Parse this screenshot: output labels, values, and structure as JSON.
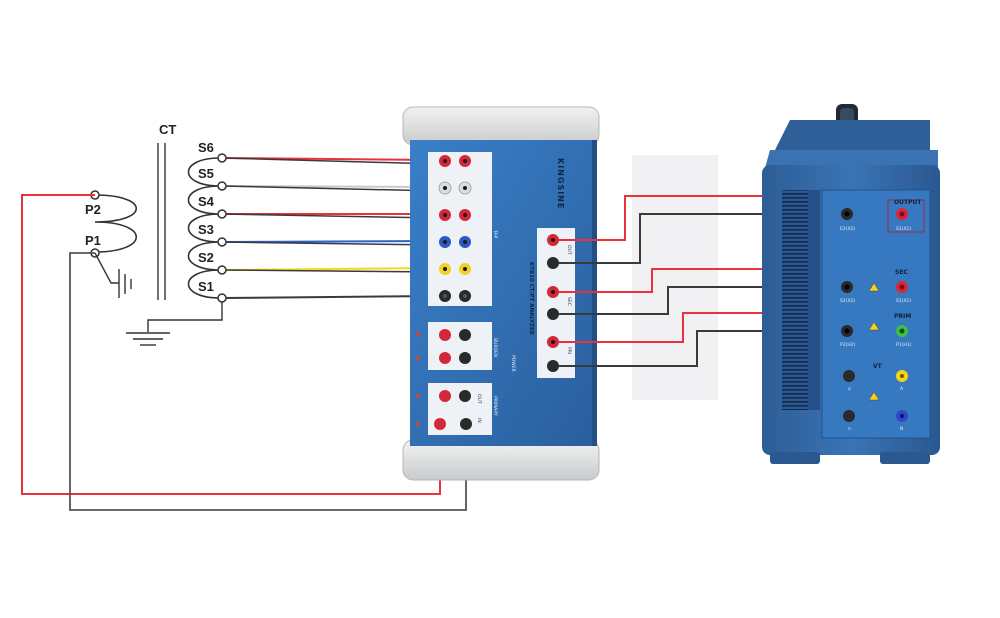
{
  "ct": {
    "title": "CT",
    "primary_terminals": [
      "P2",
      "P1"
    ],
    "secondary_taps": [
      "S6",
      "S5",
      "S4",
      "S3",
      "S2",
      "S1"
    ]
  },
  "analyzer": {
    "brand": "KINGSINE",
    "model": "KTB10 CT/PT ANALYZER",
    "sections": {
      "tap": "TAP",
      "burden": "BURDEN",
      "primary": "PRIMARY",
      "power": "POWER",
      "out": "OUT",
      "in": "IN"
    },
    "right_labels": [
      "OUT",
      "SEC",
      "PRI"
    ]
  },
  "test_set": {
    "sections": {
      "output": "OUTPUT",
      "sec": "SEC",
      "prim": "PRIM",
      "vt": "VT"
    },
    "terminals": {
      "e2": "E2(X2)",
      "s1": "S1(X1)",
      "s2": "S2(X2)",
      "s1b": "S1(X1)",
      "p2": "P2(H2)",
      "p1": "P1(H1)",
      "a_lower": "a",
      "a_upper": "A",
      "n_lower": "n",
      "n_upper": "N"
    }
  },
  "wire_colors": {
    "red": "#e8323c",
    "white": "#c9c9c9",
    "blue": "#2f62c8",
    "yellow": "#f2dc1a",
    "black": "#3a3a3a"
  }
}
